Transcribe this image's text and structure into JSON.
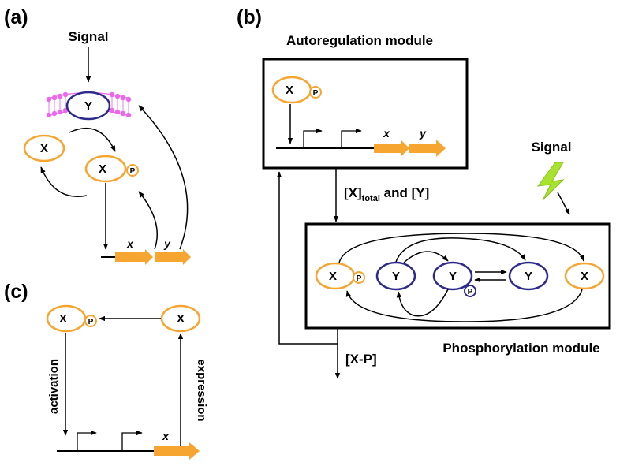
{
  "panels": {
    "a": "(a)",
    "b": "(b)",
    "c": "(c)"
  },
  "a": {
    "signal": "Signal",
    "receptor": "Y",
    "x_free": "X",
    "x_phospho": "X",
    "p_tag": "P",
    "genes": [
      "x",
      "y"
    ]
  },
  "b": {
    "autoreg_title": "Autoregulation module",
    "autoreg_x": "X",
    "p_tag": "P",
    "genes": [
      "x",
      "y"
    ],
    "signal": "Signal",
    "flow_main": "[X]",
    "flow_sub": "total",
    "flow_rest": " and [Y]",
    "output_label": "[X-P]",
    "phospho_title": "Phosphorylation module",
    "phospho_nodes": [
      "X",
      "Y",
      "Y",
      "Y",
      "X"
    ]
  },
  "c": {
    "x_phospho": "X",
    "p_tag": "P",
    "x_free": "X",
    "activation": "activation",
    "expression": "expression",
    "gene": "x"
  },
  "colors": {
    "orange": "#f6a531",
    "blue": "#2e2a8c",
    "membrane": "#ee66ee",
    "lightning": "#a6e22e"
  }
}
